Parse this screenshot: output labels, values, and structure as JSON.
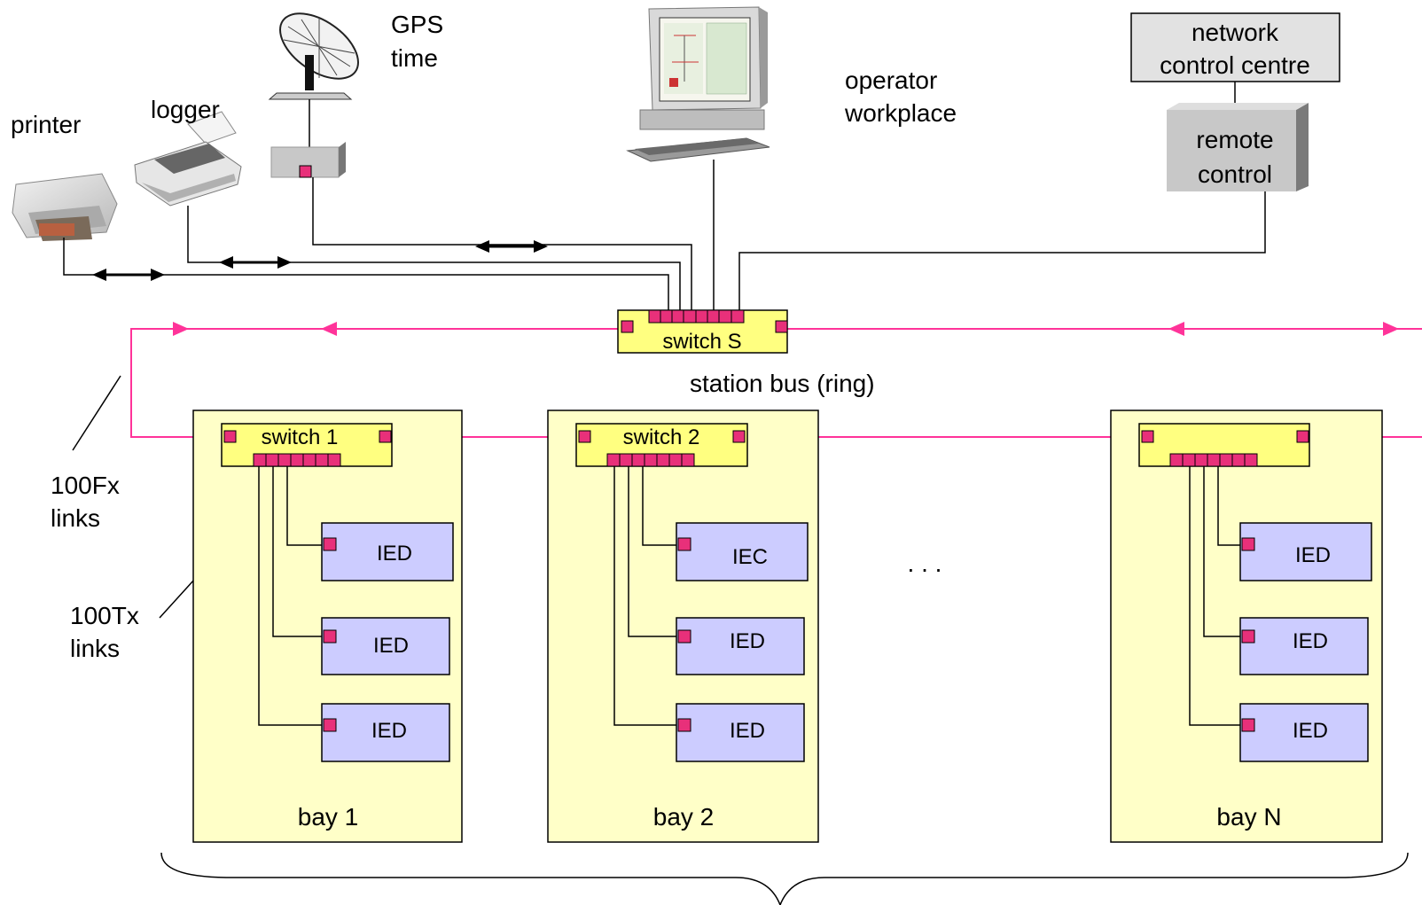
{
  "peripherals": {
    "printer": "printer",
    "logger": "logger",
    "gps_line1": "GPS",
    "gps_line2": "time",
    "operator_line1": "operator",
    "operator_line2": "workplace",
    "ncc_line1": "network",
    "ncc_line2": "control centre",
    "remote_line1": "remote",
    "remote_line2": "control"
  },
  "station": {
    "switch_label": "switch S",
    "bus_label": "station bus (ring)"
  },
  "links": {
    "fx_line1": "100Fx",
    "fx_line2": "links",
    "tx_line1": "100Tx",
    "tx_line2": "links"
  },
  "bays": [
    {
      "label": "bay 1",
      "switch": "switch 1",
      "devices": [
        "IED",
        "IED",
        "IED"
      ]
    },
    {
      "label": "bay 2",
      "switch": "switch 2",
      "devices": [
        "IEC",
        "IED",
        "IED"
      ]
    },
    {
      "label": "bay N",
      "switch": "",
      "devices": [
        "IED",
        "IED",
        "IED"
      ]
    }
  ],
  "ellipsis": ". . .",
  "colors": {
    "ring": "#ff3399",
    "port": "#e8307a",
    "switch_fill": "#ffff80",
    "bay_fill": "#ffffc8",
    "ied_fill": "#ccccff",
    "device_gray": "#cfcfcf"
  }
}
